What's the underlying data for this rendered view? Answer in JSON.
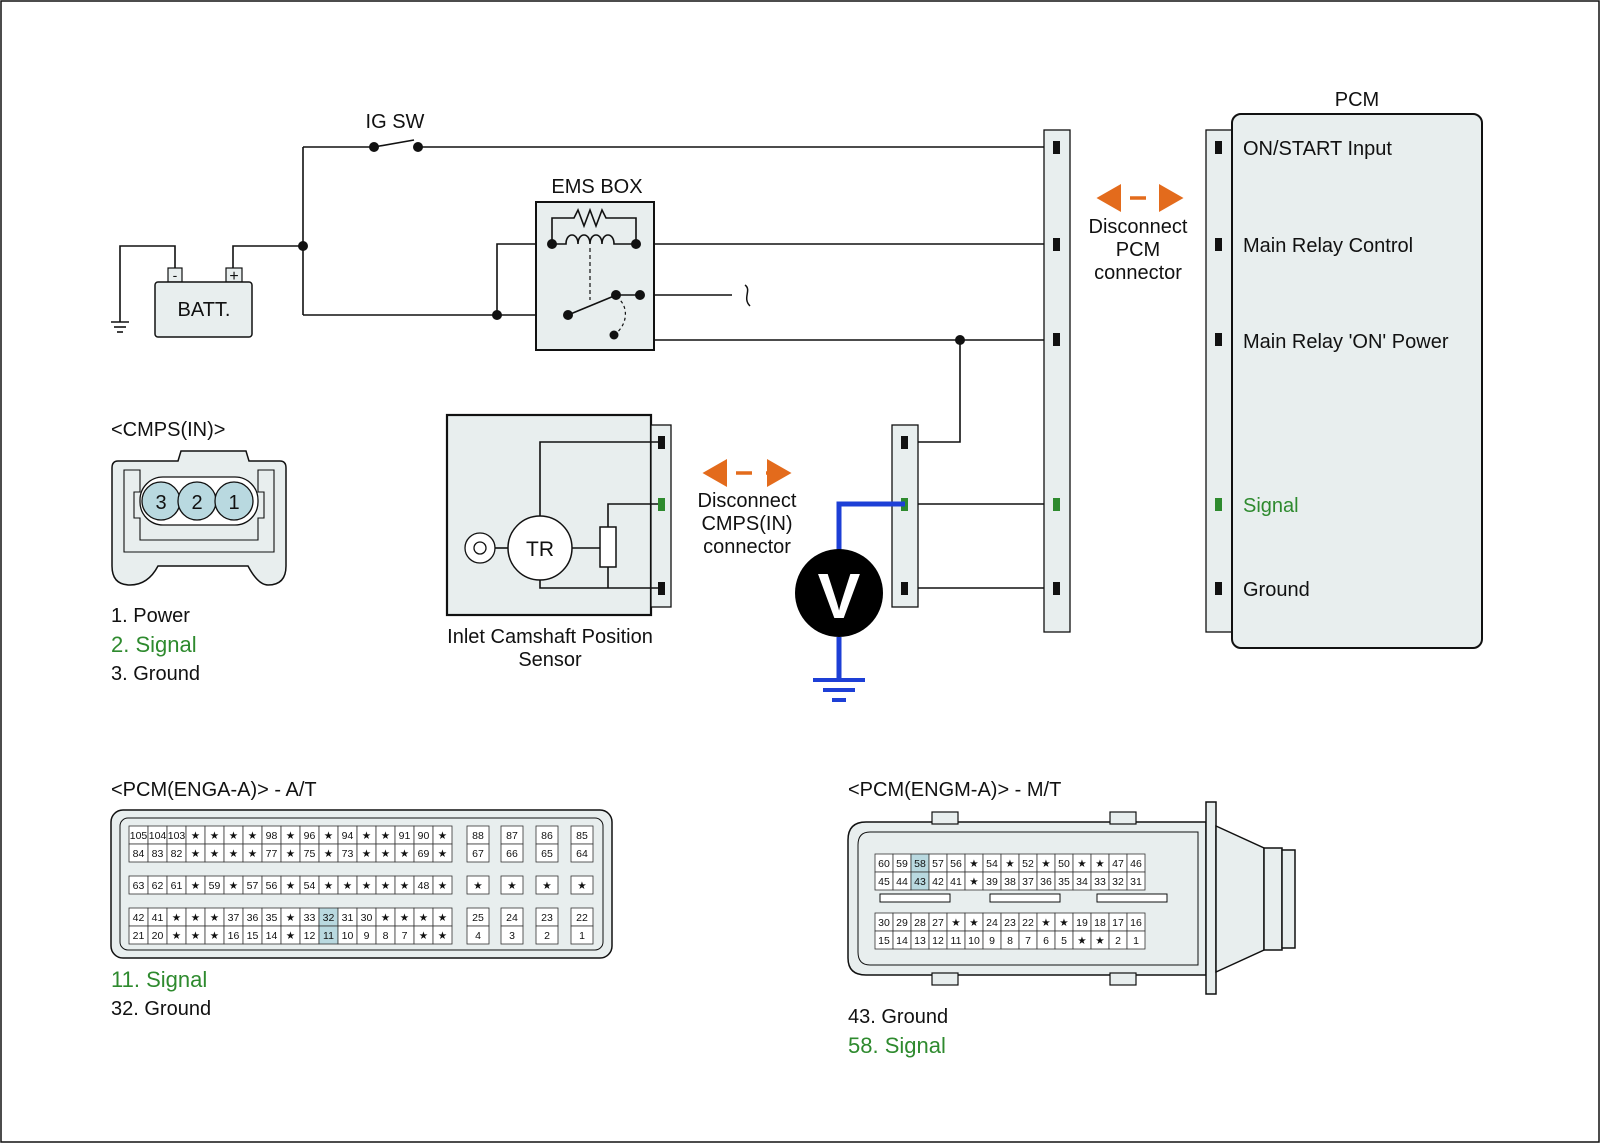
{
  "colors": {
    "signal_green": "#2e8a2e",
    "arrow_orange": "#e36b1c",
    "meter_wire_blue": "#1d3fd6",
    "panel_fill": "#e8eeee",
    "pin_highlight": "#b9d9e0"
  },
  "circuit": {
    "ig_sw": "IG SW",
    "ems_box": "EMS BOX",
    "batt": "BATT.",
    "batt_neg": "-",
    "batt_pos": "+",
    "pcm_title": "PCM",
    "pcm_pins": [
      "ON/START Input",
      "Main Relay Control",
      "Main Relay 'ON' Power",
      "Signal",
      "Ground"
    ],
    "disconnect_pcm": [
      "Disconnect",
      "PCM",
      "connector"
    ],
    "disconnect_cmps": [
      "Disconnect",
      "CMPS(IN)",
      "connector"
    ],
    "sensor_tr": "TR",
    "sensor_name": [
      "Inlet Camshaft Position",
      "Sensor"
    ],
    "meter": "V"
  },
  "cmps": {
    "title": "<CMPS(IN)>",
    "pins": [
      "3",
      "2",
      "1"
    ],
    "legend": [
      "1. Power",
      "2. Signal",
      "3. Ground"
    ]
  },
  "pcm_a": {
    "title": "<PCM(ENGA-A)> - A/T",
    "main_rows": [
      [
        "105",
        "104",
        "103",
        "★",
        "★",
        "★",
        "★",
        "98",
        "★",
        "96",
        "★",
        "94",
        "★",
        "★",
        "91",
        "90",
        "★"
      ],
      [
        "84",
        "83",
        "82",
        "★",
        "★",
        "★",
        "★",
        "77",
        "★",
        "75",
        "★",
        "73",
        "★",
        "★",
        "★",
        "69",
        "★"
      ],
      [
        "63",
        "62",
        "61",
        "★",
        "59",
        "★",
        "57",
        "56",
        "★",
        "54",
        "★",
        "★",
        "★",
        "★",
        "★",
        "48",
        "★"
      ],
      [
        "42",
        "41",
        "★",
        "★",
        "★",
        "37",
        "36",
        "35",
        "★",
        "33",
        "32",
        "31",
        "30",
        "★",
        "★",
        "★",
        "★"
      ],
      [
        "21",
        "20",
        "★",
        "★",
        "★",
        "16",
        "15",
        "14",
        "★",
        "12",
        "11",
        "10",
        "9",
        "8",
        "7",
        "★",
        "★"
      ]
    ],
    "side_rows": [
      [
        "88",
        "87",
        "86",
        "85"
      ],
      [
        "67",
        "66",
        "65",
        "64"
      ],
      [
        "★",
        "★",
        "★",
        "★"
      ],
      [
        "25",
        "24",
        "23",
        "22"
      ],
      [
        "4",
        "3",
        "2",
        "1"
      ]
    ],
    "highlight": [
      "32",
      "11"
    ],
    "legend": [
      "11. Signal",
      "32. Ground"
    ]
  },
  "pcm_m": {
    "title": "<PCM(ENGM-A)> - M/T",
    "rows": [
      [
        "60",
        "59",
        "58",
        "57",
        "56",
        "★",
        "54",
        "★",
        "52",
        "★",
        "50",
        "★",
        "★",
        "47",
        "46"
      ],
      [
        "45",
        "44",
        "43",
        "42",
        "41",
        "★",
        "39",
        "38",
        "37",
        "36",
        "35",
        "34",
        "33",
        "32",
        "31"
      ],
      [
        "30",
        "29",
        "28",
        "27",
        "★",
        "★",
        "24",
        "23",
        "22",
        "★",
        "★",
        "19",
        "18",
        "17",
        "16"
      ],
      [
        "15",
        "14",
        "13",
        "12",
        "11",
        "10",
        "9",
        "8",
        "7",
        "6",
        "5",
        "★",
        "★",
        "2",
        "1"
      ]
    ],
    "highlight": [
      "58",
      "43"
    ],
    "legend": [
      "43. Ground",
      "58. Signal"
    ]
  }
}
